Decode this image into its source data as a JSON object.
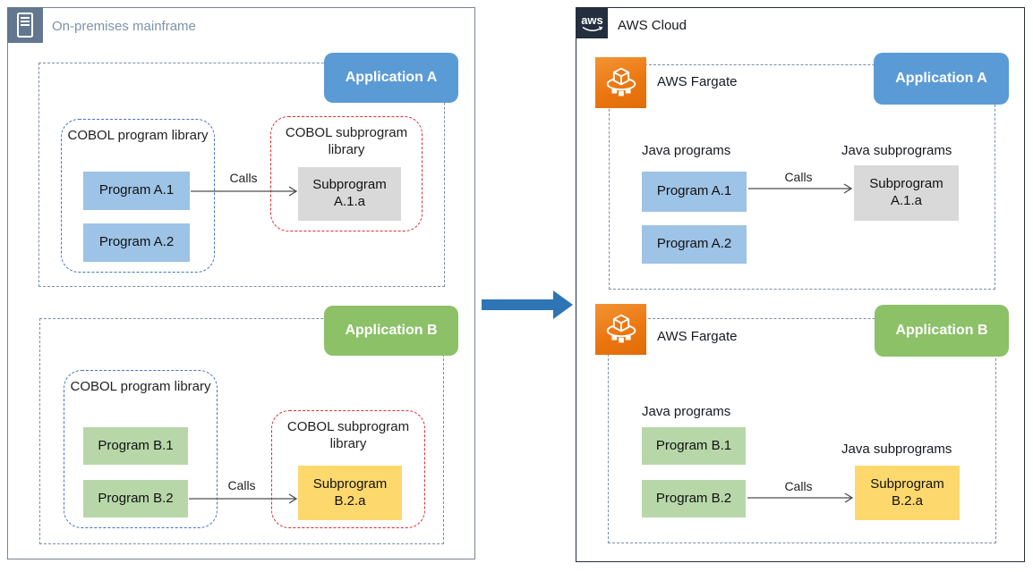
{
  "left_panel": {
    "title": "On-premises mainframe",
    "icon": "mainframe-server-icon",
    "applications": {
      "a": {
        "badge_label": "Application A",
        "library_title": "COBOL program library",
        "programs": [
          "Program A.1",
          "Program A.2"
        ],
        "sublibrary_title": "COBOL subprogram library",
        "subprogram_label": "Subprogram A.1.a",
        "calls_label": "Calls"
      },
      "b": {
        "badge_label": "Application B",
        "library_title": "COBOL program library",
        "programs": [
          "Program B.1",
          "Program B.2"
        ],
        "sublibrary_title": "COBOL subprogram library",
        "subprogram_label": "Subprogram B.2.a",
        "calls_label": "Calls"
      }
    }
  },
  "migration": {
    "icon": "migration-right-arrow",
    "color": "#2e75b6"
  },
  "right_panel": {
    "title": "AWS Cloud",
    "logo_text": "aws",
    "logo_icon": "aws-logo",
    "applications": {
      "a": {
        "service_icon": "aws-fargate-icon",
        "service_label": "AWS Fargate",
        "badge_label": "Application A",
        "programs_title": "Java programs",
        "programs": [
          "Program A.1",
          "Program A.2"
        ],
        "subprograms_title": "Java subprograms",
        "subprogram_label": "Subprogram A.1.a",
        "calls_label": "Calls"
      },
      "b": {
        "service_icon": "aws-fargate-icon",
        "service_label": "AWS Fargate",
        "badge_label": "Application B",
        "programs_title": "Java programs",
        "programs": [
          "Program B.1",
          "Program B.2"
        ],
        "subprograms_title": "Java subprograms",
        "subprogram_label": "Subprogram B.2.a",
        "calls_label": "Calls"
      }
    }
  },
  "colors": {
    "application_a_blue": "#5b9bd5",
    "application_b_green": "#8cc168",
    "program_blue": "#9dc3e6",
    "program_green": "#b7d7a8",
    "subprogram_gray": "#d9d9d9",
    "subprogram_yellow": "#fcd86d",
    "fargate_orange": "#ec7711",
    "aws_navy": "#232f3e",
    "library_dash_blue": "#4472c4",
    "library_dash_red": "#e32b2b",
    "migration_arrow_blue": "#2e75b6"
  }
}
